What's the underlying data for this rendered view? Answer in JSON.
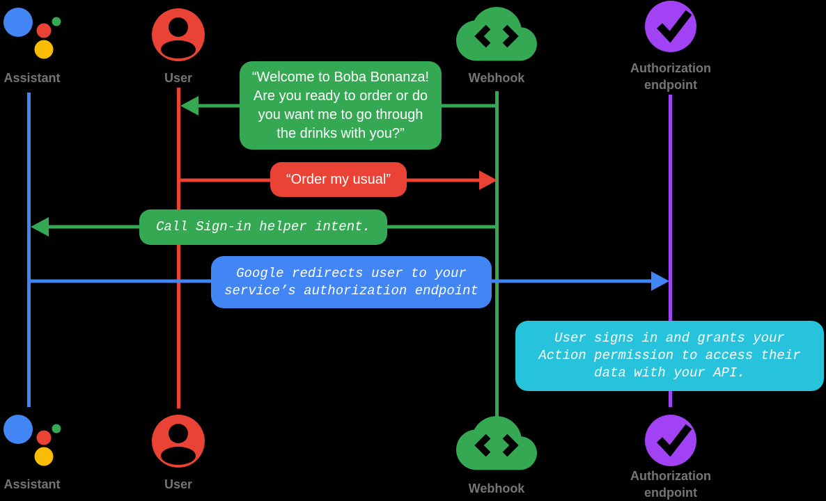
{
  "colors": {
    "background": "#000000",
    "assistant_blue": "#4285F4",
    "user_red": "#EA4335",
    "webhook_green": "#34A853",
    "auth_purple": "#A142F4",
    "note_cyan": "#27C3DC",
    "label_gray": "#757575",
    "logo_yellow": "#FBBC04",
    "logo_green": "#34A853",
    "icon_glyph_black": "#000000",
    "text_white": "#FFFFFF"
  },
  "actors": {
    "assistant": {
      "label": "Assistant",
      "icon": "google-assistant-logo-icon",
      "lifeline_color": "#4285F4"
    },
    "user": {
      "label": "User",
      "icon": "person-icon",
      "lifeline_color": "#EA4335"
    },
    "webhook": {
      "label": "Webhook",
      "icon": "cloud-code-icon",
      "lifeline_color": "#34A853"
    },
    "auth_endpoint": {
      "label": "Authorization\nendpoint",
      "icon": "check-circle-icon",
      "lifeline_color": "#A142F4"
    }
  },
  "messages": {
    "welcome": {
      "from": "webhook",
      "to": "user",
      "arrow_color": "#34A853",
      "text": "“Welcome to Boba Bonanza!\nAre you ready to order or do\nyou want me to go through\nthe drinks with you?”"
    },
    "order": {
      "from": "user",
      "to": "webhook",
      "arrow_color": "#EA4335",
      "text": "“Order my usual”"
    },
    "sign_in_helper": {
      "from": "webhook",
      "to": "assistant",
      "arrow_color": "#34A853",
      "text": "Call Sign-in helper intent."
    },
    "redirect": {
      "from": "assistant",
      "to": "auth_endpoint",
      "arrow_color": "#4285F4",
      "text": "Google redirects user to your\nservice’s authorization endpoint"
    },
    "grant_note": {
      "at": "auth_endpoint",
      "box_color": "#27C3DC",
      "text": "User signs in and grants your\nAction permission to access their\ndata with your API."
    }
  }
}
